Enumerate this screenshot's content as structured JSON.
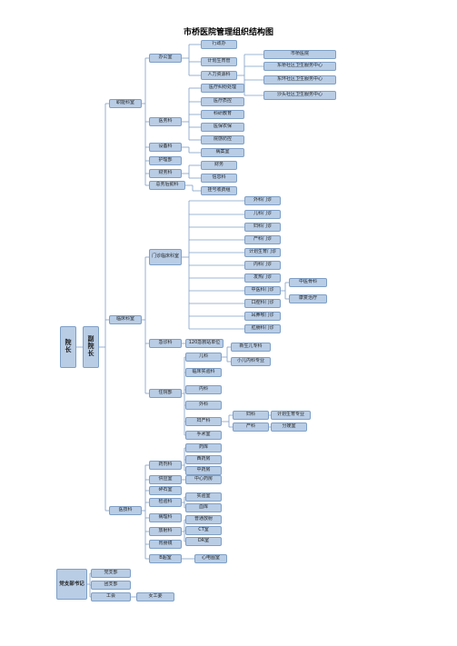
{
  "title": "市桥医院管理组织结构图",
  "nodes": {
    "yuanzhang": "院\n长",
    "fuyuanzhang": "副\n院\n长",
    "dangzhibu": "党支部书记",
    "zhineng": "职能科室",
    "yiliao": "临床科室",
    "yiji": "医技科",
    "bangongshi": "办公室",
    "xingzhengban": "行政办",
    "jihua": "计划生育管",
    "renli": "人力资源科",
    "shiqiao": "市桥医院",
    "dongqiao": "东桥社区卫生服务中心",
    "donghuan": "东环社区卫生服务中心",
    "shatou": "沙头社区卫生服务中心",
    "yiwuke": "医务科",
    "yiliaojiufen": "医疗纠纷处理",
    "yiliaozhiliang": "医疗质控",
    "kejiao": "科研教育",
    "yibao": "医保农保",
    "ganran": "院感防控",
    "shebei": "设备科",
    "bingan": "病案室",
    "hulibu": "护理部",
    "caiwu": "财务科",
    "caiwu2": "财务",
    "xinxi": "信息科",
    "zongwu": "总务后勤科",
    "guahao": "挂号收费组",
    "menzhen": "门诊临床科室",
    "waike_mz": "外科门诊",
    "erke_mz": "儿科门诊",
    "fuke_mz": "妇科门诊",
    "chanke_mz": "产科门诊",
    "jisheng_mz": "计划生育门诊",
    "neike_mz": "内科门诊",
    "fare_mz": "发热门诊",
    "zhongyi_mz": "中医科门诊",
    "kouqiang_mz": "口腔科门诊",
    "erbihou_mz": "耳鼻喉门诊",
    "ganchang_mz": "肛肠科门诊",
    "zhongyi_gushang": "中医骨科",
    "kangfu": "康复治疗",
    "jizhen": "急诊科",
    "jizhen120": "120急救站单位",
    "zhuyuanbu": "住院部",
    "erke": "儿科",
    "xinshenger": "新生儿专科",
    "xiaoer": "小儿内科专业",
    "linchuang": "临床实验科",
    "neike": "内科",
    "waike": "外科",
    "fuchanke": "妇产科",
    "fuke": "妇科",
    "chanke": "产科",
    "jihuashengyu": "计划生育专业",
    "fenmianshi": "分娩室",
    "shoushushi": "手术室",
    "yaojike": "药剂科",
    "yaoku": "药库",
    "xiyaofang": "西药房",
    "zhongyaofang": "中药房",
    "gongyingshi": "供应室",
    "zhongxinyaofang": "中心药房",
    "jishishi": "碎石室",
    "jianyanke": "检验科",
    "shiyanshi": "实验室",
    "xueku": "血库",
    "binglike": "病理科",
    "fangshe": "放射科",
    "putong": "普通放射",
    "ct": "CT室",
    "dr": "DR室",
    "weijing": "胃肠镜",
    "bchao": "B超室",
    "xindian": "心电图室",
    "dangzhi": "党支部",
    "tuanzhibu": "团支部",
    "gonghui": "工会",
    "nvgongwei": "女工委"
  }
}
